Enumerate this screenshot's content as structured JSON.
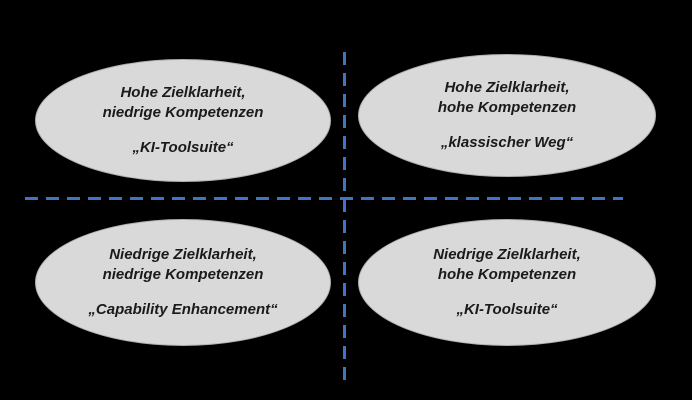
{
  "colors": {
    "background": "#000000",
    "divider_color": "#4472C4",
    "ellipse_fill": "#D9D9D9",
    "ellipse_border": "#AFAFAF",
    "text_color": "#1A1A1A"
  },
  "diagram": {
    "type": "quadrant-matrix",
    "quadrants": [
      {
        "position": "top-left",
        "line1": "Hohe Zielklarheit,",
        "line2": "niedrige Kompetenzen",
        "label": "„KI-Toolsuite“"
      },
      {
        "position": "top-right",
        "line1": "Hohe Zielklarheit,",
        "line2": "hohe Kompetenzen",
        "label": "„klassischer Weg“"
      },
      {
        "position": "bottom-left",
        "line1": "Niedrige Zielklarheit,",
        "line2": "niedrige Kompetenzen",
        "label": "„Capability Enhancement“"
      },
      {
        "position": "bottom-right",
        "line1": "Niedrige Zielklarheit,",
        "line2": "hohe Kompetenzen",
        "label": "„KI-Toolsuite“"
      }
    ]
  }
}
